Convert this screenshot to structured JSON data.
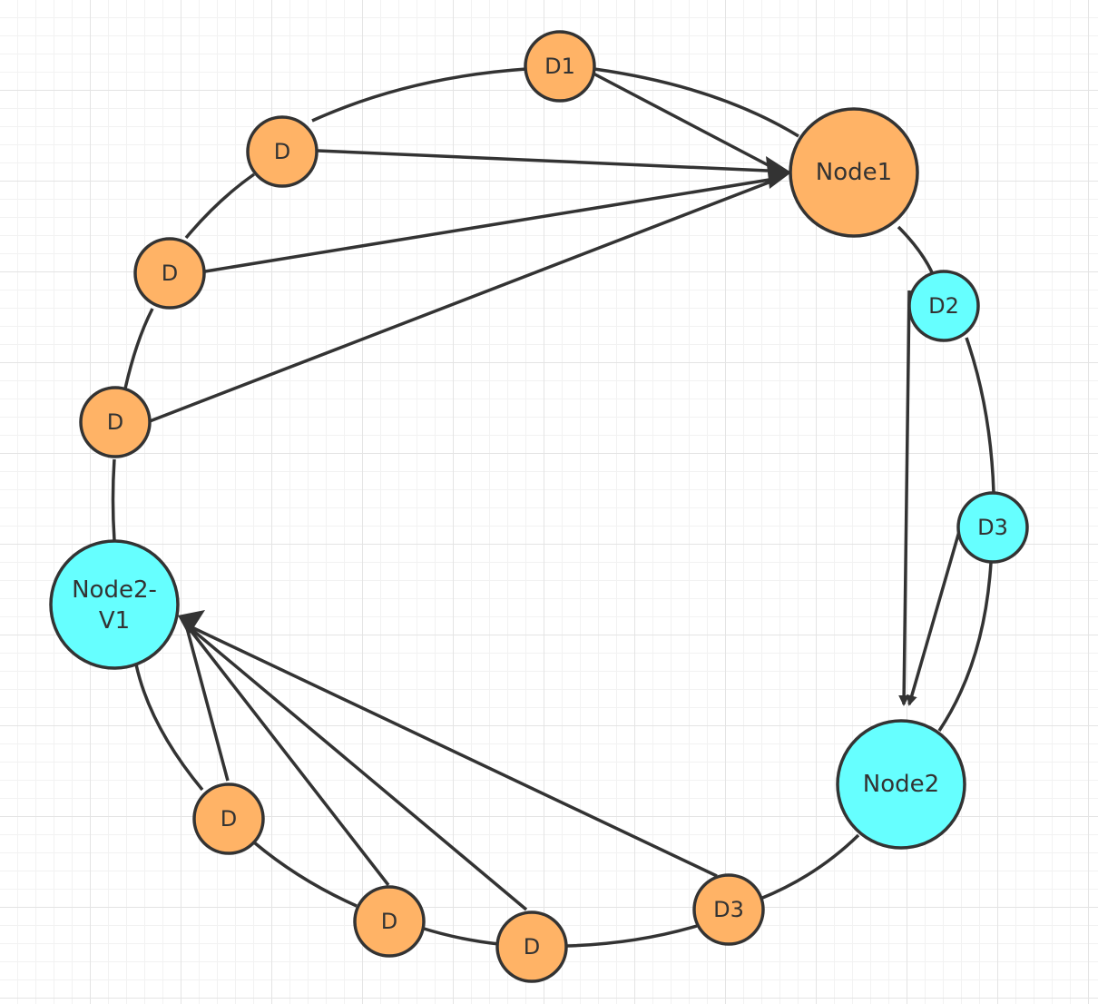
{
  "diagram": {
    "colors": {
      "orange": "#FFB366",
      "cyan": "#66FFFF",
      "stroke": "#333333"
    },
    "nodes": {
      "d1_top": {
        "label": "D1"
      },
      "node1": {
        "label": "Node1"
      },
      "d2": {
        "label": "D2"
      },
      "d3_right": {
        "label": "D3"
      },
      "node2": {
        "label": "Node2"
      },
      "d3_bottom": {
        "label": "D3"
      },
      "d_bottom_mid": {
        "label": "D"
      },
      "d_bottom_left2": {
        "label": "D"
      },
      "d_bottom_left1": {
        "label": "D"
      },
      "node2v1": {
        "label_line1": "Node2-",
        "label_line2": "V1"
      },
      "d_left_low": {
        "label": "D"
      },
      "d_left_mid": {
        "label": "D"
      },
      "d_left_top": {
        "label": "D"
      }
    }
  }
}
